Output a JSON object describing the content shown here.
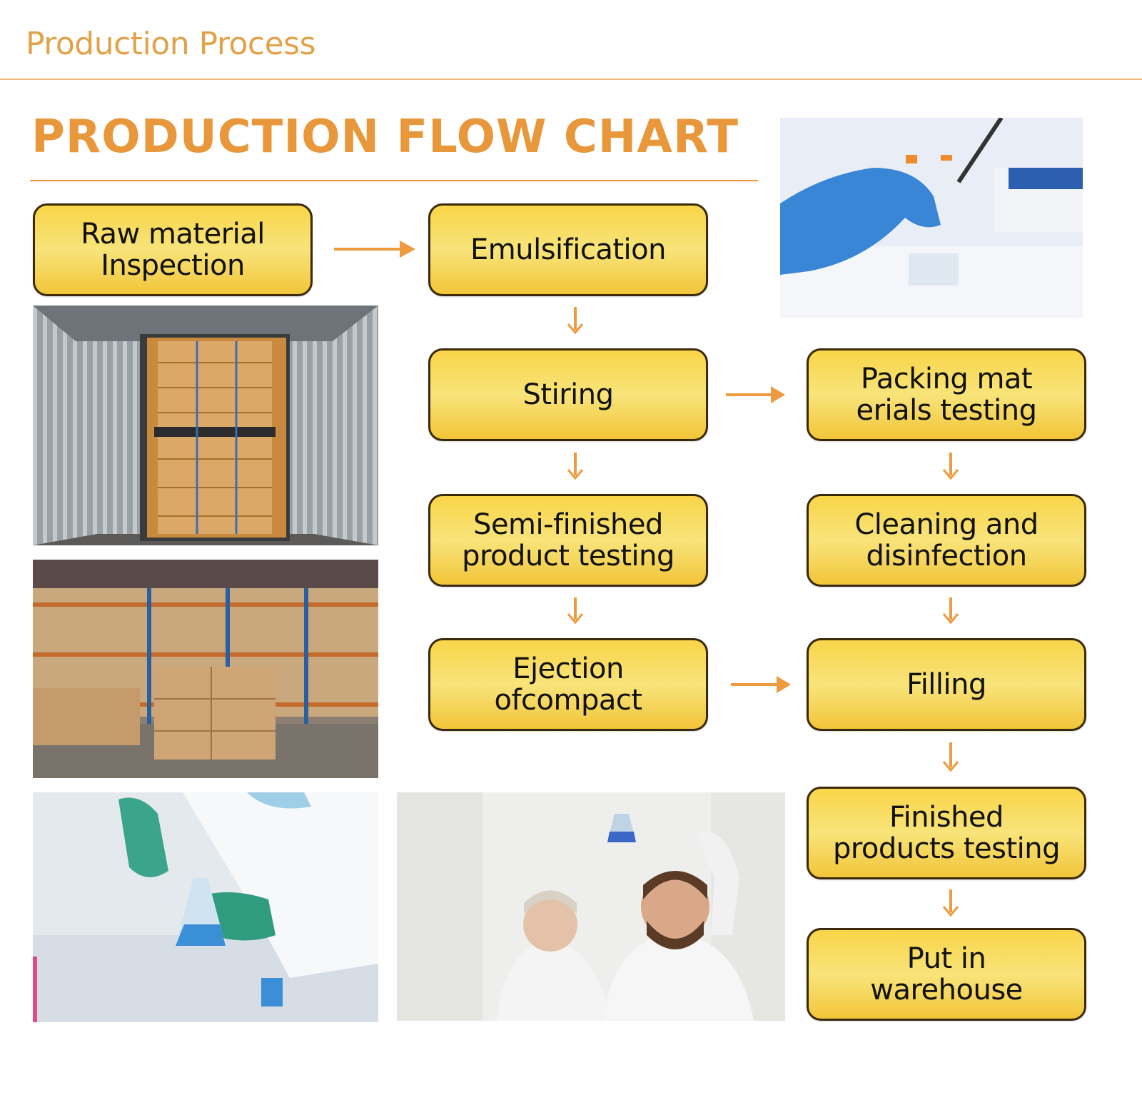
{
  "header": {
    "section_title": "Production Process"
  },
  "chart": {
    "title": "PRODUCTION FLOW CHART"
  },
  "steps": {
    "raw_material": "Raw material\nInspection",
    "emulsification": "Emulsification",
    "stiring": "Stiring",
    "packing_materials": "Packing mat\nerials testing",
    "semi_finished": "Semi-finished\nproduct testing",
    "cleaning": "Cleaning and\ndisinfection",
    "ejection": "Ejection\nofcompact",
    "filling": "Filling",
    "finished": "Finished\nproducts testing",
    "warehouse": "Put in\nwarehouse"
  },
  "colors": {
    "accent_orange": "#E8973A",
    "arrow_orange": "#EE9A3E",
    "box_fill": "#F8D94E",
    "box_border": "#3b2a0a"
  },
  "photos": {
    "lab_gloved_hand": "photo-lab-vials",
    "container_loading": "photo-container-pallets",
    "warehouse_shelves": "photo-warehouse-boxes",
    "lab_beaker": "photo-lab-beaker",
    "scientists": "photo-scientists"
  }
}
